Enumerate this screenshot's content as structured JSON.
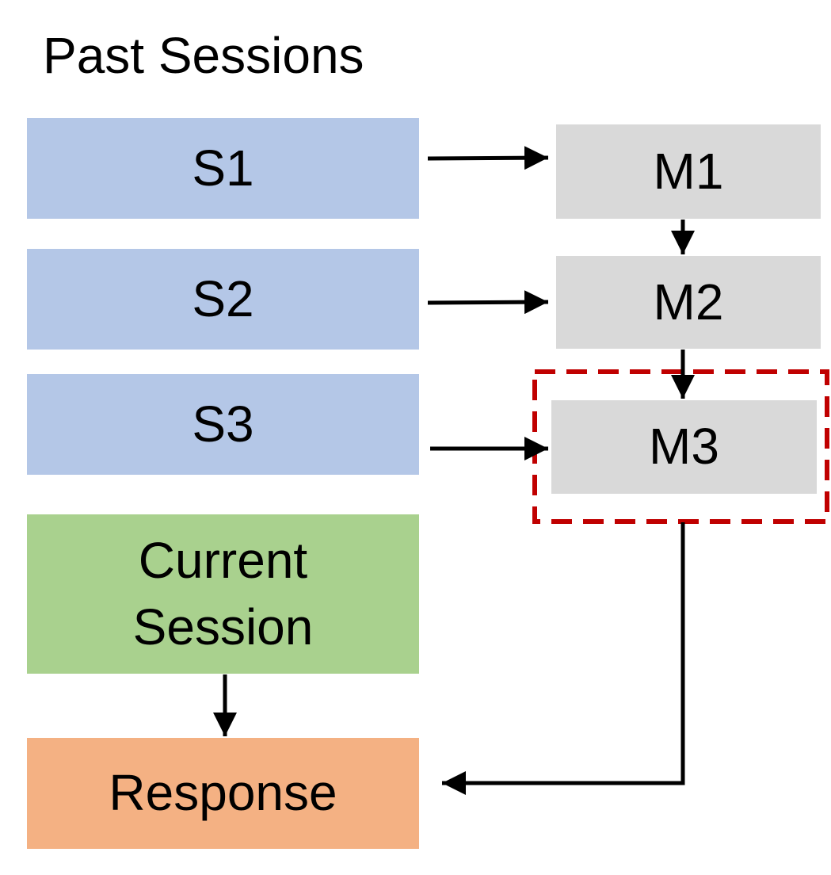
{
  "title": "Past Sessions",
  "sessions": [
    {
      "label": "S1"
    },
    {
      "label": "S2"
    },
    {
      "label": "S3"
    }
  ],
  "memories": [
    {
      "label": "M1"
    },
    {
      "label": "M2"
    },
    {
      "label": "M3"
    }
  ],
  "current_session": {
    "label": "Current\nSession"
  },
  "response": {
    "label": "Response"
  },
  "colors": {
    "session": "#b4c7e7",
    "memory": "#d9d9d9",
    "current": "#a9d18e",
    "response": "#f4b183",
    "highlight": "#c00000",
    "arrow": "#000000"
  }
}
